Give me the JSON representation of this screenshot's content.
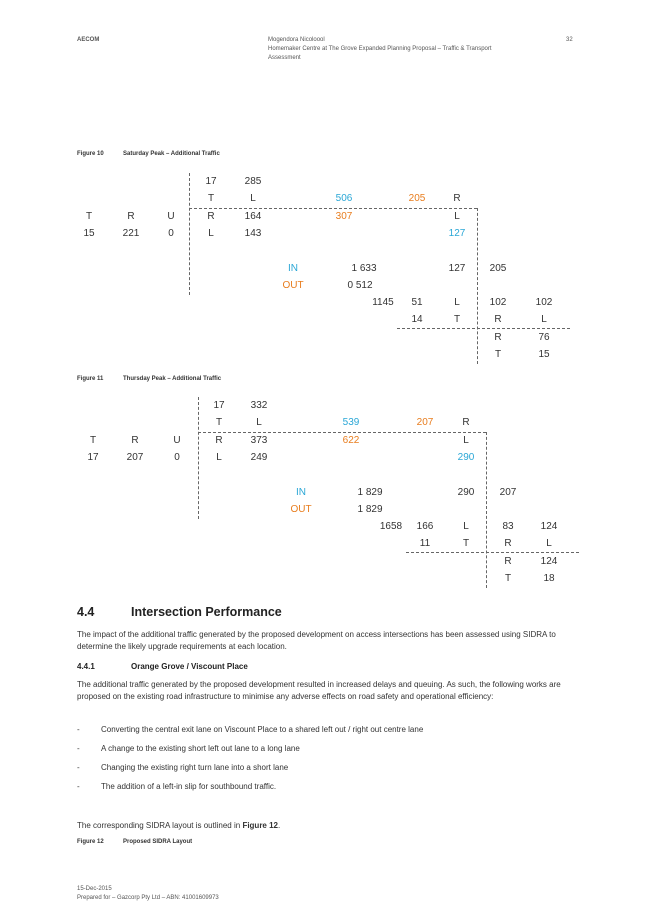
{
  "header": {
    "company": "AECOM",
    "client": "Mogendora Nicoloool",
    "title_line1": "Homemaker Centre at The Grove Expanded Planning Proposal – Traffic & Transport",
    "title_line2": "Assessment",
    "page_number": "32"
  },
  "figure10": {
    "caption_num": "Figure 10",
    "caption_title": "Saturday Peak – Additional Traffic",
    "top_vals": [
      "17",
      "285"
    ],
    "top_turns": [
      "T",
      "L"
    ],
    "top_right_vals": [
      "506",
      "205",
      "R"
    ],
    "left_turns": [
      "T",
      "R",
      "U"
    ],
    "left_vals": [
      "15",
      "221",
      "0"
    ],
    "mid_turn_r": "R",
    "mid_val_r": "164",
    "mid_orange": "307",
    "mid_right_l": "L",
    "mid_turn_l": "L",
    "mid_val_l": "143",
    "mid_blue": "127",
    "in_label": "IN",
    "in_val": "1 633",
    "out_label": "OUT",
    "out_val": "0 512",
    "right_a": "127",
    "right_b": "205",
    "row1": [
      "1145",
      "51",
      "L",
      "102",
      "102"
    ],
    "row2": [
      "14",
      "T",
      "R",
      "L"
    ],
    "bottom_r": [
      "R",
      "76"
    ],
    "bottom_t": [
      "T",
      "15"
    ]
  },
  "figure11": {
    "caption_num": "Figure 11",
    "caption_title": "Thursday Peak – Additional Traffic",
    "top_vals": [
      "17",
      "332"
    ],
    "top_turns": [
      "T",
      "L"
    ],
    "top_right_vals": [
      "539",
      "207",
      "R"
    ],
    "left_turns": [
      "T",
      "R",
      "U"
    ],
    "left_vals": [
      "17",
      "207",
      "0"
    ],
    "mid_turn_r": "R",
    "mid_val_r": "373",
    "mid_orange": "622",
    "mid_right_l": "L",
    "mid_turn_l": "L",
    "mid_val_l": "249",
    "mid_blue": "290",
    "in_label": "IN",
    "in_val": "1 829",
    "out_label": "OUT",
    "out_val": "1 829",
    "right_a": "290",
    "right_b": "207",
    "row1": [
      "1658",
      "166",
      "L",
      "83",
      "124"
    ],
    "row2": [
      "11",
      "T",
      "R",
      "L"
    ],
    "bottom_r": [
      "R",
      "124"
    ],
    "bottom_t": [
      "T",
      "18"
    ]
  },
  "section": {
    "number": "4.4",
    "title": "Intersection Performance",
    "intro": "The impact of the additional traffic generated by the proposed development on access intersections has been assessed using SIDRA to determine the likely upgrade requirements at each location.",
    "sub_number": "4.4.1",
    "sub_title": "Orange Grove / Viscount Place",
    "para": "The additional traffic generated by the proposed development resulted in increased delays and queuing. As such, the following works are proposed on the existing road infrastructure to minimise any adverse effects on road safety and operational efficiency:",
    "bullets": [
      "Converting the central exit lane on Viscount Place to a shared left out / right out centre lane",
      "A change to the existing short left out lane to a long lane",
      "Changing the existing right turn lane into a short lane",
      "The addition of a left-in slip for southbound traffic."
    ],
    "layout_text": "The corresponding SIDRA layout is outlined in ",
    "layout_ref": "Figure 12",
    "layout_end": "."
  },
  "figure12": {
    "caption_num": "Figure 12",
    "caption_title": "Proposed SIDRA Layout"
  },
  "footer": {
    "date": "15-Dec-2015",
    "prepared": "Prepared for – Gazcorp Pty Ltd – ABN: 41001609973"
  }
}
